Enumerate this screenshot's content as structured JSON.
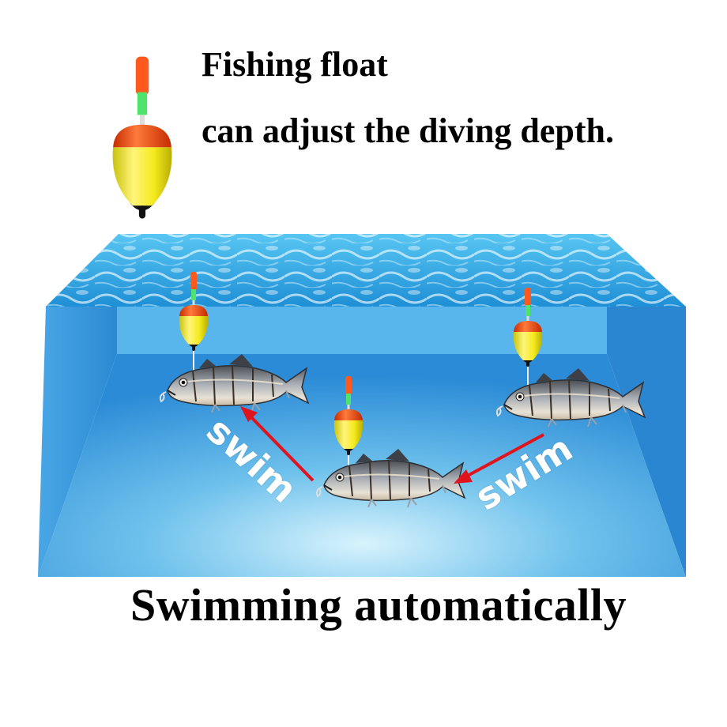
{
  "header": {
    "title": "Fishing float",
    "subtitle": "can adjust the diving depth."
  },
  "scene": {
    "swim_left": "swim",
    "swim_right": "swim"
  },
  "footer": {
    "caption": "Swimming automatically"
  },
  "colors": {
    "float_orange": "#ff4a12",
    "float_yellow": "#f4ea1c",
    "float_black": "#111111",
    "float_green": "#33dd55",
    "water_top": "#2fa7e6",
    "water_front": "#2d8fd9",
    "arrow_red": "#e0141c",
    "fish_body": "#8a8f96"
  },
  "icons": [
    "fishing-float-icon",
    "swimbait-fish",
    "direction-arrow"
  ]
}
